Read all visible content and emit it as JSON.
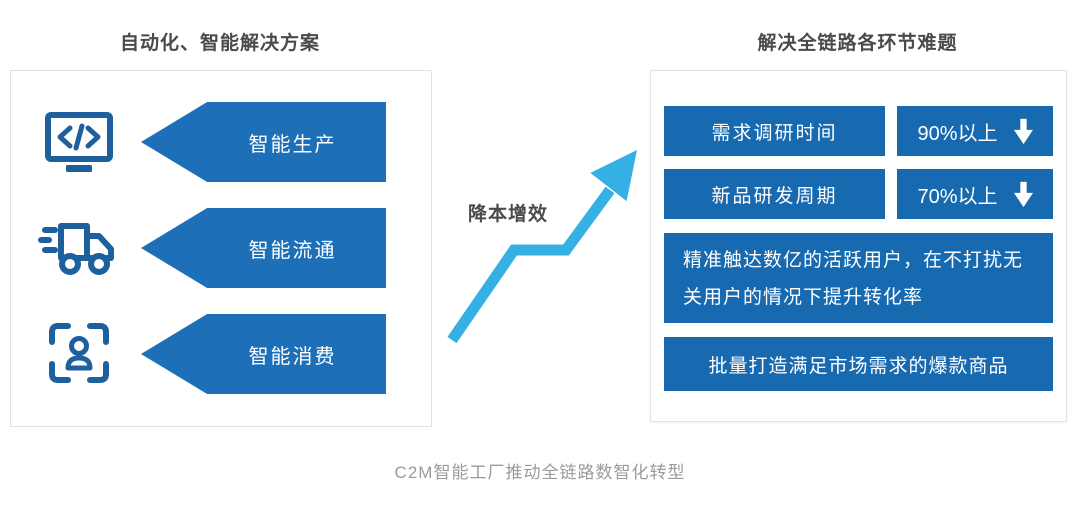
{
  "left_panel": {
    "title": "自动化、智能解决方案",
    "items": [
      {
        "icon": "monitor-code-icon",
        "label": "智能生产"
      },
      {
        "icon": "truck-icon",
        "label": "智能流通"
      },
      {
        "icon": "user-scan-icon",
        "label": "智能消费"
      }
    ]
  },
  "center": {
    "label": "降本增效",
    "arrow_icon": "up-trend-arrow-icon"
  },
  "right_panel": {
    "title": "解决全链路各环节难题",
    "metrics": [
      {
        "label": "需求调研时间",
        "value": "90%以上",
        "direction": "down"
      },
      {
        "label": "新品研发周期",
        "value": "70%以上",
        "direction": "down"
      }
    ],
    "notes": [
      "精准触达数亿的活跃用户，在不打扰无关用户的情况下提升转化率",
      "批量打造满足市场需求的爆款商品"
    ]
  },
  "caption": "C2M智能工厂推动全链路数智化转型",
  "colors": {
    "banner_blue": "#1d70b8",
    "metric_blue": "#1769b0",
    "icon_blue": "#1e5f9e",
    "arrow_cyan": "#35b0e5",
    "title_gray": "#4a4a4a",
    "caption_gray": "#9b9b9b",
    "border_gray": "#e2e2e2"
  }
}
